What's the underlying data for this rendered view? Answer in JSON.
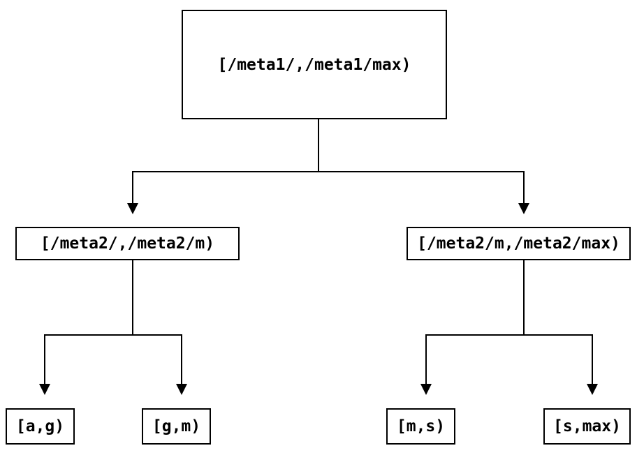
{
  "tree": {
    "label": "[/meta1/,/meta1/max)",
    "children": [
      {
        "label": "[/meta2/,/meta2/m)",
        "children": [
          {
            "label": "[a,g)"
          },
          {
            "label": "[g,m)"
          }
        ]
      },
      {
        "label": "[/meta2/m,/meta2/max)",
        "children": [
          {
            "label": "[m,s)"
          },
          {
            "label": "[s,max)"
          }
        ]
      }
    ]
  },
  "colors": {
    "line": "#000000",
    "box_border": "#000000",
    "text": "#000000",
    "background": "#ffffff"
  }
}
